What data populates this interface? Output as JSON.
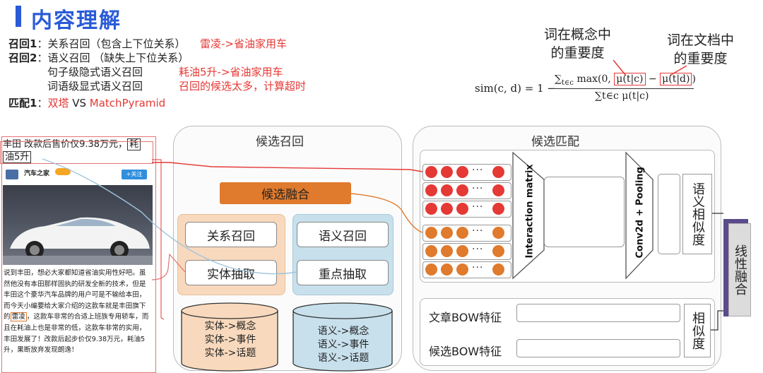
{
  "header": {
    "title": "内容理解"
  },
  "notes": {
    "recall1_label": "召回1",
    "recall1_text": "：关系召回（包含上下位关系）",
    "recall1_example": "雷凌->省油家用车",
    "recall2_label": "召回2",
    "recall2_text": "：语义召回 （缺失上下位关系）",
    "sentence_level": "句子级隐式语义召回",
    "sentence_example": "耗油5升->省油家用车",
    "word_level": "词语级显式语义召回",
    "word_note": "召回的候选太多，计算超时",
    "match1_label": "匹配1",
    "match1_colon": "：",
    "match1_a": "双塔",
    "match1_vs": " VS ",
    "match1_b": "MatchPyramid"
  },
  "formula": {
    "label1_line1": "词在概念中",
    "label1_line2": "的重要度",
    "label2_line1": "词在文档中",
    "label2_line2": "的重要度",
    "lhs": "sim(c, d) = 1 −",
    "numerator_pre": "∑",
    "numerator_sub": "t∈c",
    "numerator_max": " max(0, ",
    "numerator_term1": "μ(t|c)",
    "numerator_minus": " − ",
    "numerator_term2": "μ(t|d)",
    "numerator_close": ")",
    "denominator": "∑t∈c μ(t|c)"
  },
  "article": {
    "headline": "丰田 改款后售价仅9.38万元，",
    "headline_box": "耗",
    "headline_box2": "油5升",
    "source": "汽车之家",
    "badge": "",
    "follow": "+关注",
    "body_part1": "说到丰田，想必大家都知道省油实用性好吧。虽然他没有本田那样固执的研发全新的技术，但是丰田这个豪华汽车品牌的用户可是不输给本田，而今天小编要给大家介绍的这款车就是丰田旗下的",
    "body_highlight": "雷凌",
    "body_part2": "，这款车非常的合适上班族专用轿车，而且在耗油上也是非常的低，这款车非常的实用，丰田发展了！改款后起步价仅9.38万元，耗油5升，果断放弃发现朗逸！"
  },
  "recall_panel": {
    "title": "候选召回",
    "fusion": "候选融合",
    "relation": "关系召回",
    "entity_extract": "实体抽取",
    "semantic": "语义召回",
    "key_extract": "重点抽取",
    "db1": [
      "实体->概念",
      "实体->事件",
      "实体->话题"
    ],
    "db2": [
      "语义->概念",
      "语义->事件",
      "语义->话题"
    ]
  },
  "match_panel": {
    "title": "候选匹配",
    "interaction_label": "Interaction matrix",
    "conv_label": "Conv2d + Pooling",
    "semantic_sim": "语义相似度",
    "doc_bow": "文章BOW特征",
    "cand_bow": "候选BOW特征",
    "sim": "相似度",
    "ellipsis": "···"
  },
  "fusion_box": {
    "label": "线性融合"
  },
  "colors": {
    "accent": "#2a5bd7",
    "red": "#e53935",
    "orange": "#e07a2c",
    "lightblue": "#a9cde0",
    "teal": "#2f7f9c",
    "purple": "#5b4b8a",
    "gray": "#dcdcdc"
  }
}
